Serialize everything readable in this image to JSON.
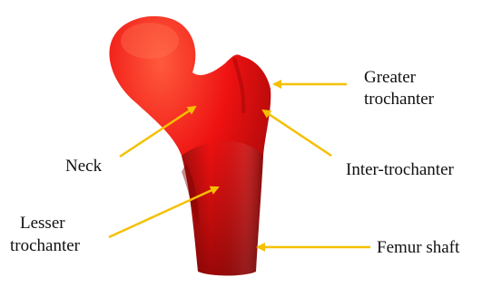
{
  "colors": {
    "bone": "#ee1111",
    "bone_highlight": "#ff5a3c",
    "bone_shadow": "#8e0606",
    "arrow": "#f5c000",
    "text": "#111111",
    "background": "#ffffff"
  },
  "labels": {
    "greater_trochanter_line1": "Greater",
    "greater_trochanter_line2": "trochanter",
    "neck": "Neck",
    "inter_trochanter": "Inter-trochanter",
    "lesser_trochanter_line1": "Lesser",
    "lesser_trochanter_line2": "trochanter",
    "femur_shaft": "Femur shaft"
  }
}
